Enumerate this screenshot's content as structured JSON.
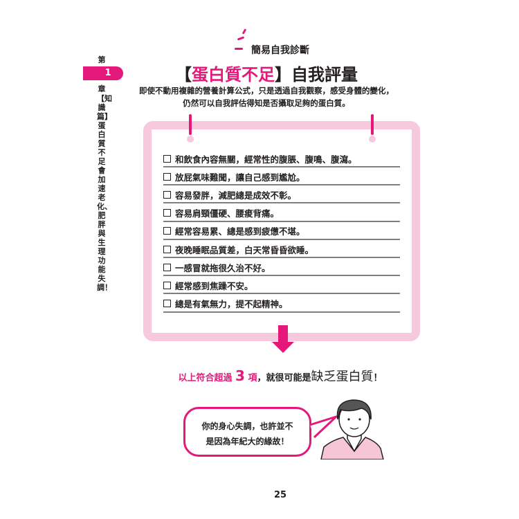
{
  "sidebar": {
    "chapter_prefix": "第",
    "chapter_number": "1",
    "chapter_suffix": "章",
    "section_text": "【知識篇】蛋白質不足會加速老化、肥胖與生理功能失調！"
  },
  "header": {
    "subtitle": "簡易自我診斷",
    "title_open": "【",
    "title_highlight": "蛋白質不足",
    "title_close": "】",
    "title_rest": "自我評量",
    "intro_line1": "即使不動用複雜的營養計算公式，只是透過自我觀察，感受身體的變化，",
    "intro_line2": "仍然可以自我評估得知是否攝取足夠的蛋白質。"
  },
  "checklist": [
    "和飲食內容無關，經常性的腹脹、腹鳴、腹瀉。",
    "放屁氣味難聞，讓自己感到尷尬。",
    "容易發胖，減肥總是成效不彰。",
    "容易肩頸僵硬、腰痠背痛。",
    "經常容易累、總是感到疲憊不堪。",
    "夜晚睡眠品質差，白天常昏昏欲睡。",
    "一感冒就拖很久治不好。",
    "經常感到焦躁不安。",
    "總是有氣無力，提不起精神。"
  ],
  "conclusion": {
    "part1": "以上符合超過",
    "count": "3",
    "part2": "項",
    "part3": "，就很可能是",
    "part4": "缺乏蛋白質",
    "part5": "！"
  },
  "bubble": {
    "line1": "你的身心失調，也許並不",
    "line2": "是因為年紀大的緣故！"
  },
  "page_number": "25",
  "colors": {
    "accent": "#e4187a",
    "card_border": "#f6c9dc",
    "shirt": "#f7c6d6"
  }
}
